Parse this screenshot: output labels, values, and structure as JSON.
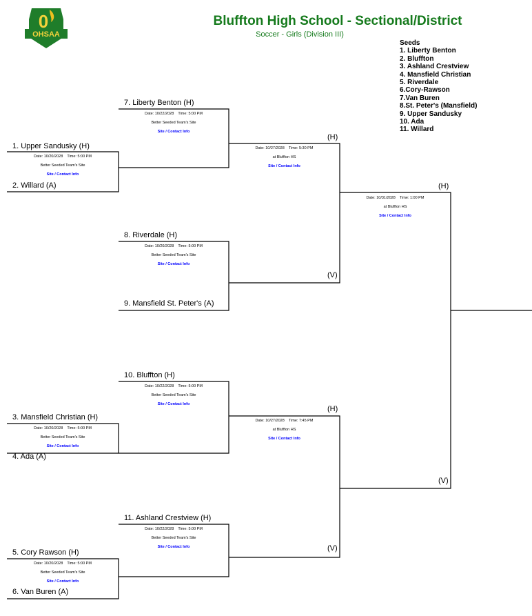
{
  "logo": {
    "number": "0",
    "text": "OHSAA"
  },
  "title": "Bluffton High School - Sectional/District",
  "subtitle": "Soccer - Girls (Division III)",
  "seeds": {
    "heading": "Seeds",
    "list": [
      "1. Liberty Benton",
      "2. Bluffton",
      "3. Ashland Crestview",
      "4. Mansfield Christian",
      "5. Riverdale",
      "6.Cory-Rawson",
      "7.Van Buren",
      "8.St. Peter's (Mansfield)",
      "9. Upper Sandusky",
      "10. Ada",
      "11. Willard"
    ]
  },
  "first_round": [
    {
      "home": "1. Upper Sandusky (H)",
      "away": "2. Willard (A)",
      "date": "Date: 10/20/2028",
      "time": "Time: 5:00 PM",
      "site": "Better Seeded Team's Site",
      "link": "Site / Contact Info"
    },
    {
      "home": "3. Mansfield Christian (H)",
      "away": "4. Ada (A)",
      "date": "Date: 10/20/2028",
      "time": "Time: 5:00 PM",
      "site": "Better Seeded Team's Site",
      "link": "Site / Contact Info"
    },
    {
      "home": "5. Cory Rawson (H)",
      "away": "6. Van Buren (A)",
      "date": "Date: 10/20/2028",
      "time": "Time: 5:00 PM",
      "site": "Better Seeded Team's Site",
      "link": "Site / Contact Info"
    }
  ],
  "second_round": [
    {
      "home": "7. Liberty Benton (H)",
      "date": "Date: 10/22/2028",
      "time": "Time: 5:00 PM",
      "site": "Better Seeded Team's Site",
      "link": "Site / Contact Info"
    },
    {
      "home": "8. Riverdale (H)",
      "away": "9. Mansfield St. Peter's (A)",
      "date": "Date: 10/20/2028",
      "time": "Time: 5:00 PM",
      "site": "Better Seeded Team's Site",
      "link": "Site / Contact Info"
    },
    {
      "home": "10. Bluffton (H)",
      "date": "Date: 10/22/2028",
      "time": "Time: 5:00 PM",
      "site": "Better Seeded Team's Site",
      "link": "Site / Contact Info"
    },
    {
      "home": "11. Ashland Crestview (H)",
      "date": "Date: 10/22/2028",
      "time": "Time: 5:00 PM",
      "site": "Better Seeded Team's Site",
      "link": "Site / Contact Info"
    }
  ],
  "semis": [
    {
      "home_tag": "(H)",
      "away_tag": "(V)",
      "date": "Date: 10/27/2028",
      "time": "Time: 5:30 PM",
      "site": "at Bluffton HS",
      "link": "Site / Contact Info"
    },
    {
      "home_tag": "(H)",
      "away_tag": "(V)",
      "date": "Date: 10/27/2028",
      "time": "Time: 7:45 PM",
      "site": "at Bluffton HS",
      "link": "Site / Contact Info"
    }
  ],
  "final": {
    "home_tag": "(H)",
    "away_tag": "(V)",
    "date": "Date: 10/31/2028",
    "time": "Time: 1:00 PM",
    "site": "at Bluffton HS",
    "link": "Site / Contact Info"
  }
}
